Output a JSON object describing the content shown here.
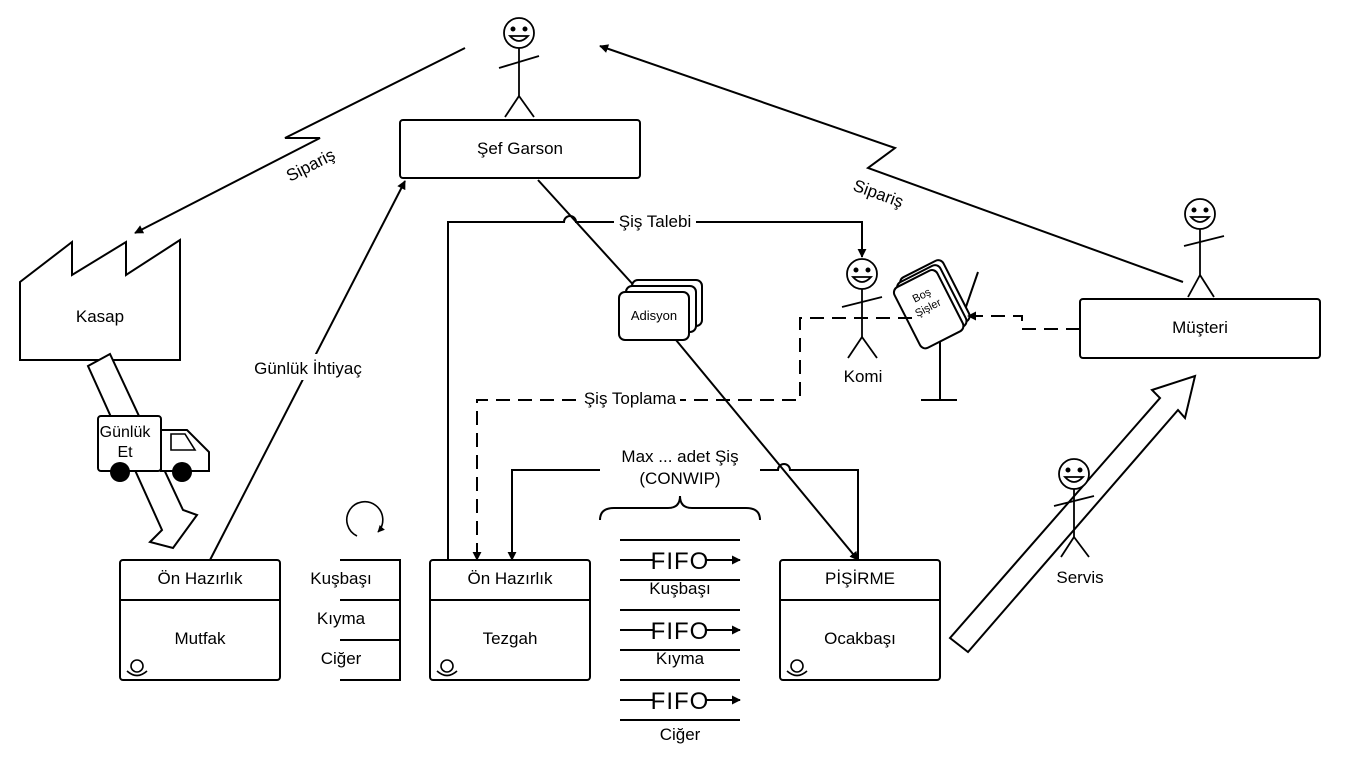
{
  "nodes": {
    "sef_garson": "Şef Garson",
    "musteri": "Müşteri",
    "kasap": "Kasap",
    "komi": "Komi",
    "adisyon": "Adisyon",
    "bos_sisler": [
      "Boş",
      "Şişler"
    ],
    "truck": [
      "Günlük",
      "Et"
    ],
    "on_hazirlik_mutfak": {
      "header": "Ön Hazırlık",
      "body": "Mutfak"
    },
    "on_hazirlik_tezgah": {
      "header": "Ön Hazırlık",
      "body": "Tezgah"
    },
    "pisirme_ocakbasi": {
      "header": "PİŞİRME",
      "body": "Ocakbaşı"
    },
    "servis": "Servis"
  },
  "edges": {
    "siparis_left": "Sipariş",
    "siparis_right": "Sipariş",
    "sis_talebi": "Şiş Talebi",
    "gunluk_ihtiyac": "Günlük İhtiyaç",
    "sis_toplama": "Şiş Toplama",
    "conwip": [
      "Max ... adet Şiş",
      "(CONWIP)"
    ]
  },
  "inventory": [
    "Kuşbaşı",
    "Kıyma",
    "Ciğer"
  ],
  "fifo": {
    "label": "FIFO",
    "lanes": [
      "Kuşbaşı",
      "Kıyma",
      "Ciğer"
    ]
  }
}
